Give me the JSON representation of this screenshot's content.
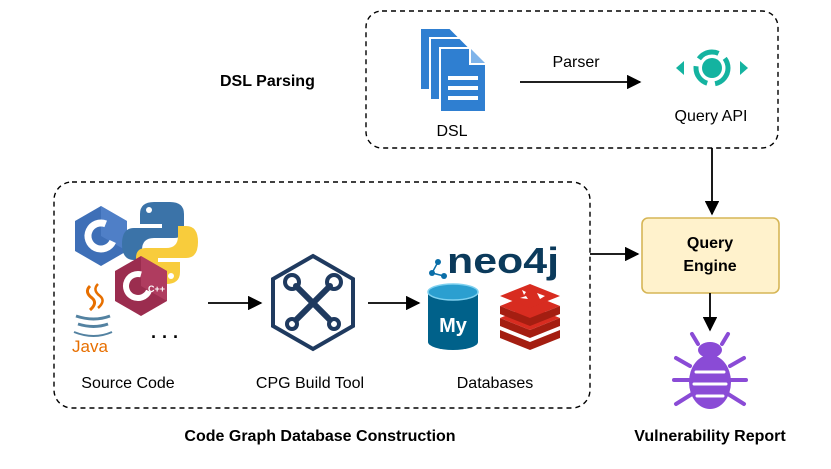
{
  "sections": {
    "dsl_parsing": "DSL Parsing",
    "code_graph_construction": "Code Graph Database Construction"
  },
  "nodes": {
    "dsl": "DSL",
    "query_api": "Query API",
    "query_engine_line1": "Query",
    "query_engine_line2": "Engine",
    "source_code": "Source Code",
    "cpg_build_tool": "CPG Build Tool",
    "databases": "Databases",
    "vulnerability_report": "Vulnerability Report"
  },
  "edges": {
    "parser": "Parser"
  },
  "logos": {
    "java": "Java",
    "neo4j": "neo4j",
    "mysql": "My",
    "cpp": "C++",
    "ellipsis": "· · ·"
  },
  "icons": [
    "document-stack-icon",
    "query-api-icon",
    "c-language-icon",
    "python-icon",
    "cpp-language-icon",
    "java-icon",
    "build-tool-icon",
    "neo4j-logo",
    "mysql-icon",
    "redis-icon",
    "bug-icon"
  ],
  "colors": {
    "engine_fill": "#fff2cc",
    "engine_stroke": "#d6b656",
    "doc_blue": "#2f7fd1",
    "api_teal": "#14b3a0",
    "bug_purple": "#8a4bd6",
    "redis_red": "#c6302b",
    "mysql_blue": "#00618a",
    "c_blue": "#3e6fb7",
    "cpp_red": "#9b2d4f"
  }
}
